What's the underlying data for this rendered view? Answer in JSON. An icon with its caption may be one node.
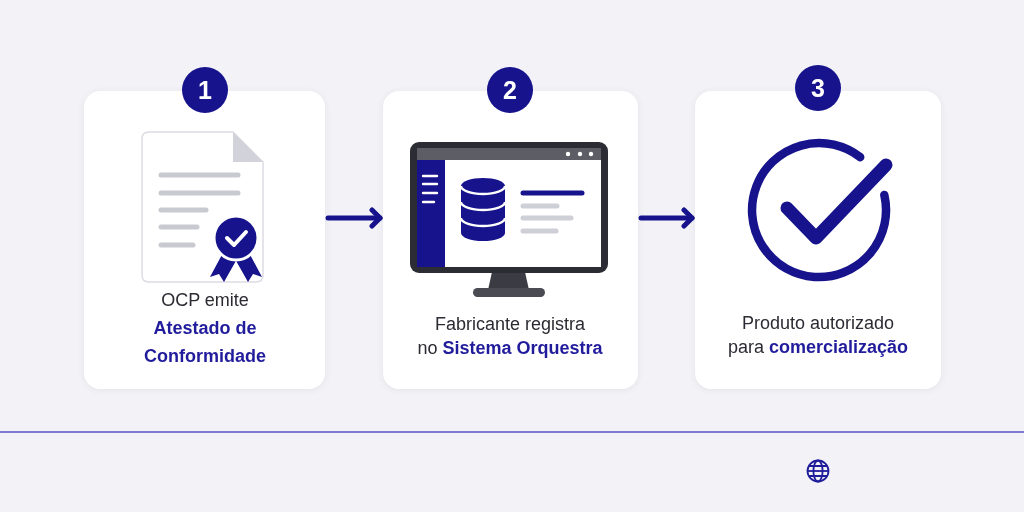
{
  "diagram": {
    "nodes": [
      {
        "text": [
          "1"
        ]
      },
      {
        "text": [
          "OCP emite **Atestado de Conformidade**"
        ]
      },
      {
        "text": [
          "2"
        ]
      },
      {
        "text": [
          "Fabricante registra no **Sistema Orquestra**"
        ]
      },
      {
        "text": [
          "3"
        ]
      },
      {
        "text": [
          "Produto autorizado para **comercialização**"
        ]
      }
    ],
    "edges": [
      {
        "from": 1,
        "to": 3,
        "arrow": "to"
      },
      {
        "from": 3,
        "to": 5,
        "arrow": "to"
      }
    ]
  }
}
